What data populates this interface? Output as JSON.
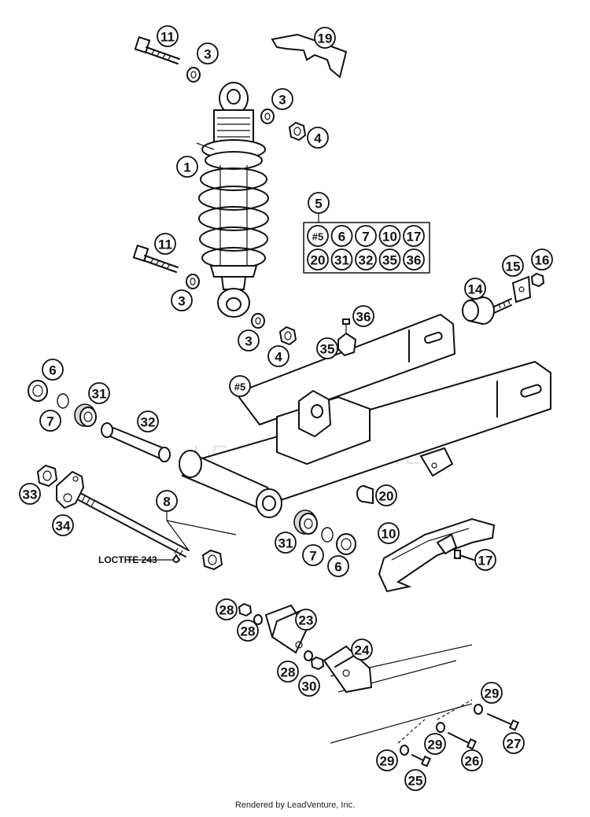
{
  "callouts": [
    {
      "id": "c11a",
      "label": "11"
    },
    {
      "id": "c3a",
      "label": "3"
    },
    {
      "id": "c19",
      "label": "19"
    },
    {
      "id": "c3b",
      "label": "3"
    },
    {
      "id": "c4a",
      "label": "4"
    },
    {
      "id": "c1",
      "label": "1"
    },
    {
      "id": "c5",
      "label": "5"
    },
    {
      "id": "c11b",
      "label": "11"
    },
    {
      "id": "c3c",
      "label": "3"
    },
    {
      "id": "c15",
      "label": "15"
    },
    {
      "id": "c16",
      "label": "16"
    },
    {
      "id": "c14",
      "label": "14"
    },
    {
      "id": "c36",
      "label": "36"
    },
    {
      "id": "c35",
      "label": "35"
    },
    {
      "id": "c3d",
      "label": "3"
    },
    {
      "id": "c4b",
      "label": "4"
    },
    {
      "id": "c6a",
      "label": "6"
    },
    {
      "id": "c7a",
      "label": "7"
    },
    {
      "id": "c31a",
      "label": "31"
    },
    {
      "id": "c32",
      "label": "32"
    },
    {
      "id": "c5b",
      "label": "#5"
    },
    {
      "id": "c33",
      "label": "33"
    },
    {
      "id": "c34",
      "label": "34"
    },
    {
      "id": "c8",
      "label": "8"
    },
    {
      "id": "c20",
      "label": "20"
    },
    {
      "id": "c10",
      "label": "10"
    },
    {
      "id": "c31b",
      "label": "31"
    },
    {
      "id": "c7b",
      "label": "7"
    },
    {
      "id": "c6b",
      "label": "6"
    },
    {
      "id": "c17",
      "label": "17"
    },
    {
      "id": "c28a",
      "label": "28"
    },
    {
      "id": "c28b",
      "label": "28"
    },
    {
      "id": "c23",
      "label": "23"
    },
    {
      "id": "c24",
      "label": "24"
    },
    {
      "id": "c28c",
      "label": "28"
    },
    {
      "id": "c30",
      "label": "30"
    },
    {
      "id": "c29a",
      "label": "29"
    },
    {
      "id": "c29b",
      "label": "29"
    },
    {
      "id": "c27",
      "label": "27"
    },
    {
      "id": "c26",
      "label": "26"
    },
    {
      "id": "c29c",
      "label": "29"
    },
    {
      "id": "c25",
      "label": "25"
    }
  ],
  "kit_box": {
    "items": [
      "#5",
      "6",
      "7",
      "10",
      "17",
      "20",
      "31",
      "32",
      "35",
      "36"
    ]
  },
  "note": {
    "loctite": "LOCTITE 243"
  },
  "watermark": "LEADVENTURE",
  "footer": {
    "text": "Rendered by LeadVenture, Inc."
  }
}
